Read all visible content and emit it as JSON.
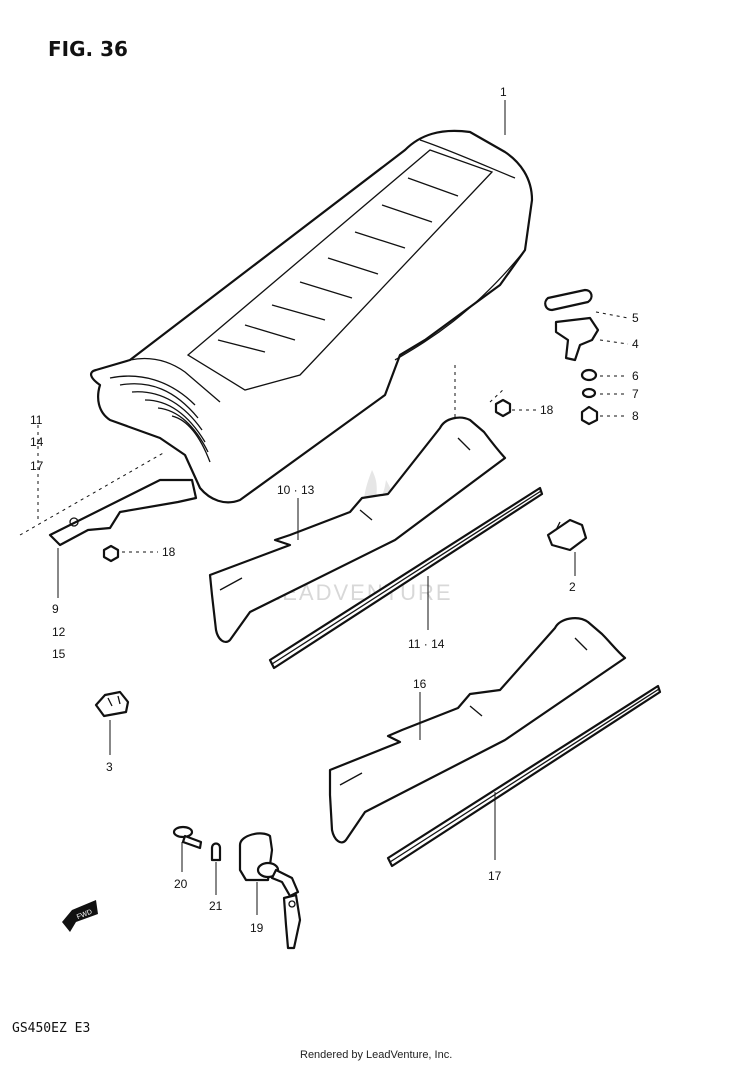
{
  "figure": {
    "title": "FIG. 36",
    "model": "GS450EZ E3",
    "credit": "Rendered by LeadVenture, Inc.",
    "watermark": "LEADVENTURE",
    "fwd_label": "FWD"
  },
  "callouts": {
    "c1": "1",
    "c2": "2",
    "c3": "3",
    "c4": "4",
    "c5": "5",
    "c6": "6",
    "c7": "7",
    "c8": "8",
    "c18a": "18",
    "c18b": "18",
    "c1013": "10 · 13",
    "c1114": "11 · 14",
    "c16": "16",
    "c17": "17",
    "c19": "19",
    "c20": "20",
    "c21": "21",
    "left_stack": [
      "11",
      "14",
      "17"
    ],
    "bottom_stack": [
      "9",
      "12",
      "15"
    ]
  }
}
